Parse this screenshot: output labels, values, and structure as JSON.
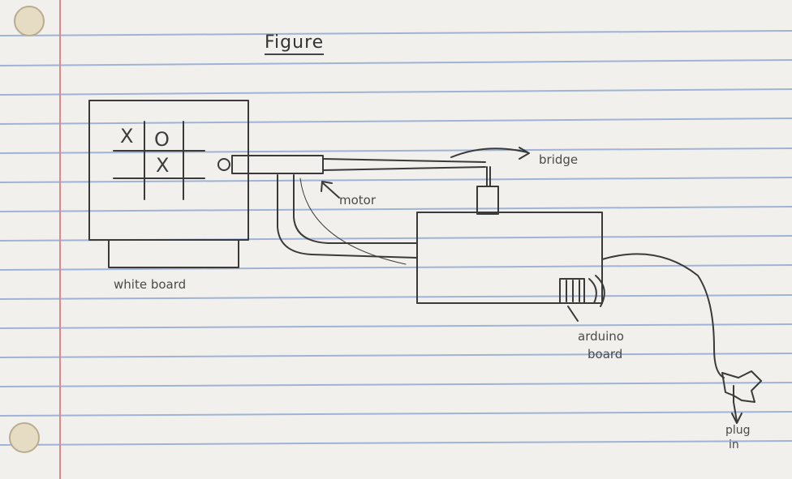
{
  "figure": {
    "title": "Figure",
    "labels": {
      "bridge": "bridge",
      "motor": "motor",
      "whiteboard": "white board",
      "arduino_line1": "arduino",
      "arduino_line2": "board",
      "plug_line1": "plug",
      "plug_line2": "in"
    },
    "tic_tac_toe": {
      "cells": [
        "X",
        "O",
        "X"
      ]
    }
  },
  "colors": {
    "paper": "#f2f0ec",
    "rule_line": "#9fb3d6",
    "margin_line": "#d98a8a",
    "pencil": "#3a3a3a",
    "hole": "#e6dcc3"
  }
}
